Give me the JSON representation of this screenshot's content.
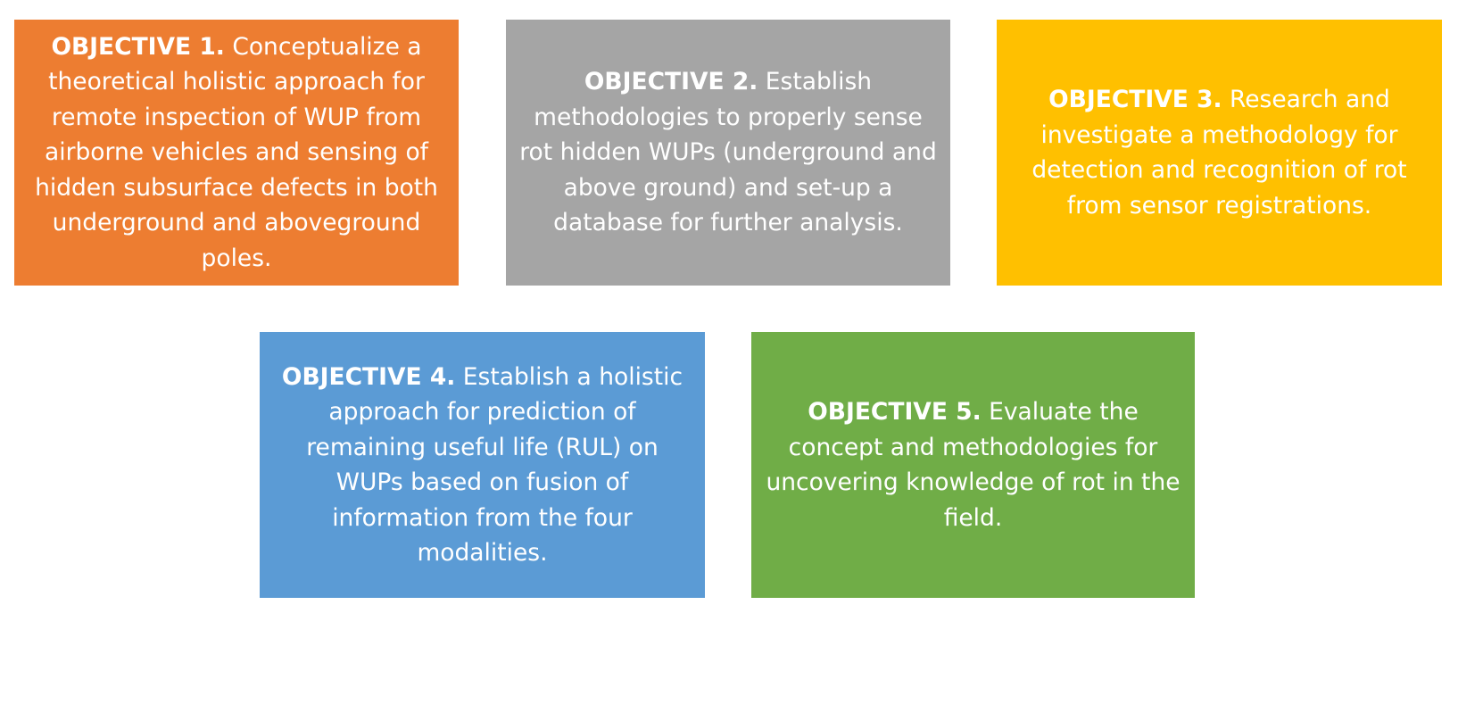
{
  "objectives": [
    {
      "label": "OBJECTIVE 1.",
      "text": "Conceptualize a theoretical holistic approach for remote inspection of WUP from airborne vehicles and sensing of hidden subsurface defects in both underground and aboveground poles.",
      "color": "#ED7D31"
    },
    {
      "label": "OBJECTIVE 2.",
      "text": "Establish methodologies to properly sense rot hidden WUPs (underground and above ground) and set-up a database for further analysis.",
      "color": "#A5A5A5"
    },
    {
      "label": "OBJECTIVE 3.",
      "text": "Research and investigate a methodology for detection and recognition of rot from sensor registrations.",
      "color": "#FFC000"
    },
    {
      "label": "OBJECTIVE 4.",
      "text": "Establish a holistic approach for prediction of remaining useful life (RUL) on WUPs based on fusion of information from the four modalities.",
      "color": "#5B9BD5"
    },
    {
      "label": "OBJECTIVE 5.",
      "text": "Evaluate the concept and methodologies for uncovering knowledge of rot in the field.",
      "color": "#70AD47"
    }
  ]
}
